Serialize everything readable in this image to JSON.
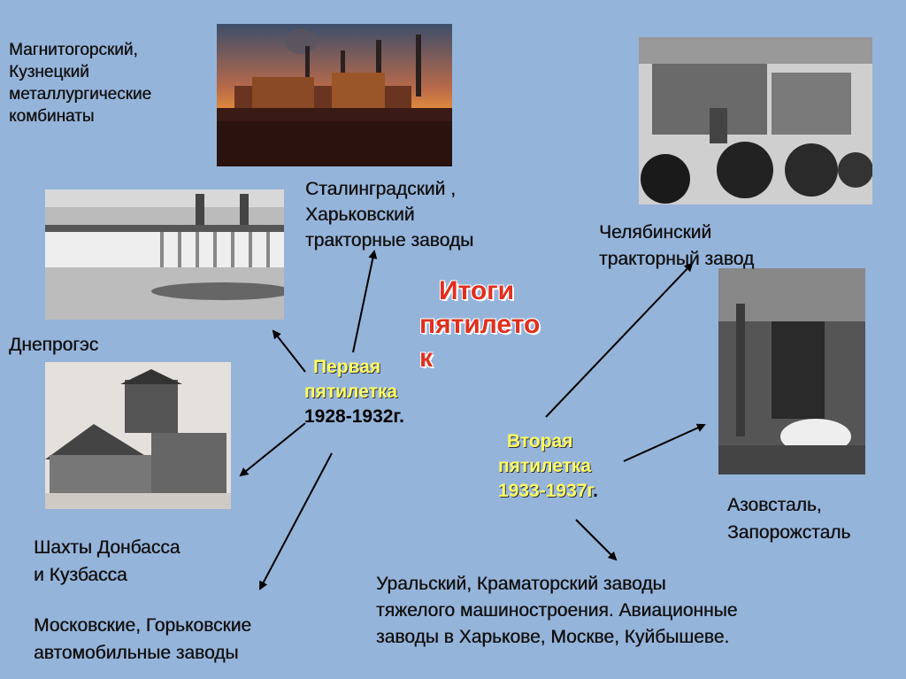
{
  "title_lines": [
    "Итоги",
    "пятилето",
    "к"
  ],
  "first_plan": {
    "line1": "Первая",
    "line2": "пятилетка",
    "line3": "1928-1932г."
  },
  "second_plan": {
    "line1": "Вторая",
    "line2": "пятилетка",
    "line3_yellow": "1933-1937г",
    "line3_dark": "."
  },
  "labels": {
    "magnitogorsk": [
      "Магнитогорский,",
      "Кузнецкий",
      "металлургические",
      "комбинаты"
    ],
    "stalingrad": [
      "Сталинградский ,",
      "Харьковский",
      "тракторные заводы"
    ],
    "chelyabinsk": [
      "Челябинский",
      "тракторный завод"
    ],
    "dneproges": [
      "Днепрогэс"
    ],
    "azovstal": [
      "Азовсталь,",
      "Запорожсталь"
    ],
    "donbass": [
      "Шахты Донбасса",
      "и Кузбасса"
    ],
    "moscow_auto": [
      "Московские, Горьковские",
      "автомобильные заводы"
    ],
    "ural": [
      "Уральский, Краматорский заводы",
      "тяжелого машиностроения. Авиационные",
      "заводы в Харькове, Москве, Куйбышеве."
    ]
  },
  "colors": {
    "background": "#95b4da",
    "title": "#e0301e",
    "plan_yellow": "#ffff66",
    "arrow": "#000000"
  }
}
